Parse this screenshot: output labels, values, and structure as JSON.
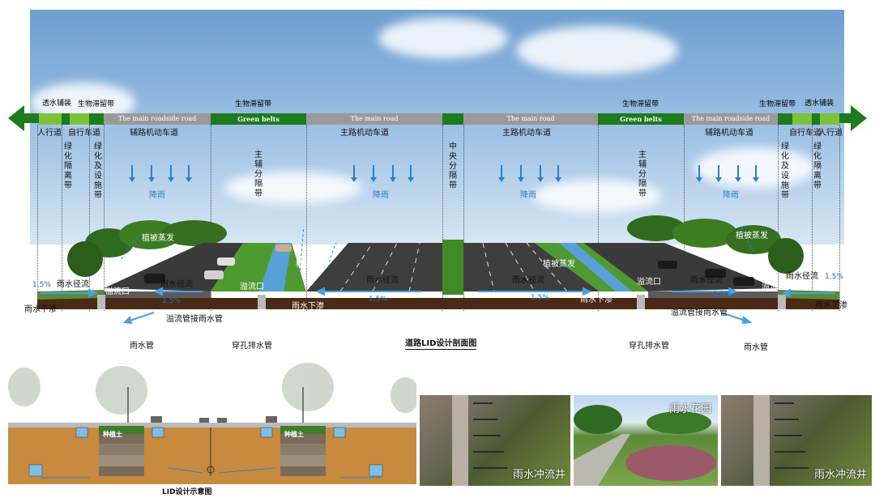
{
  "top": {
    "band_labels": [
      "透水铺装",
      "生物滞留带",
      "生物滞留带",
      "生物滞留带",
      "生物滞留带",
      "透水铺装"
    ],
    "band_english": [
      "The main roadside road",
      "Green belts",
      "The main road",
      "The main road",
      "Green belts",
      "The main roadside road"
    ],
    "zone_labels": [
      "人行道",
      "自行车道",
      "辅路机动车道",
      "主路机动车道",
      "主路机动车道",
      "辅路机动车道",
      "自行车道",
      "人行道"
    ],
    "vertical_labels": [
      "绿化隔离带",
      "绿化及设施带",
      "主辅分隔带",
      "中央分隔带",
      "主辅分隔带",
      "绿化及设施带",
      "绿化隔离带"
    ],
    "rain_label": "降雨",
    "section_labels": {
      "evap": "植被蒸发",
      "runoff": "雨水径流",
      "overflow": "溢流口",
      "infiltration": "雨水下渗",
      "overflow_pipe": "溢流管接雨水管",
      "storm_pipe": "雨水管",
      "perforated_pipe": "穿孔排水管",
      "slope": "1.5%"
    },
    "caption": "道路LID设计剖面图"
  },
  "bottom": {
    "caption": "LID设计示意图",
    "soil_label": "种植土",
    "photo_captions": [
      "雨水冲流井",
      "雨水花园",
      "雨水冲流井"
    ]
  },
  "colors": {
    "green": "#1d7a1d",
    "gray": "#9a9a9a",
    "soil": "#4a2a14",
    "water": "#5aa0d8"
  }
}
